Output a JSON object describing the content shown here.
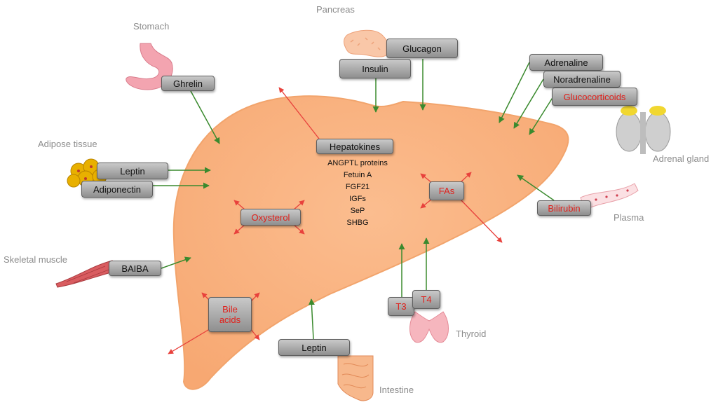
{
  "organs": {
    "pancreas": "Pancreas",
    "stomach": "Stomach",
    "adipose": "Adipose tissue",
    "skeletal_muscle": "Skeletal muscle",
    "adrenal_gland": "Adrenal gland",
    "plasma": "Plasma",
    "thyroid": "Thyroid",
    "intestine": "Intestine"
  },
  "hormones": {
    "glucagon": "Glucagon",
    "insulin": "Insulin",
    "ghrelin": "Ghrelin",
    "leptin_adipose": "Leptin",
    "adiponectin": "Adiponectin",
    "baiba": "BAIBA",
    "adrenaline": "Adrenaline",
    "noradrenaline": "Noradrenaline",
    "glucocorticoids": "Glucocorticoids",
    "bilirubin": "Bilirubin",
    "t3": "T3",
    "t4": "T4",
    "leptin_intestine": "Leptin"
  },
  "liver_factors": {
    "hepatokines": "Hepatokines",
    "hepatokine_list": [
      "ANGPTL proteins",
      "Fetuin A",
      "FGF21",
      "IGFs",
      "SeP",
      "SHBG"
    ],
    "oxysterol": "Oxysterol",
    "fas": "FAs",
    "bile_acids_line1": "Bile",
    "bile_acids_line2": "acids"
  },
  "colors": {
    "liver_fill": "#fbbd8f",
    "liver_stroke": "#f2a46c",
    "incoming_arrow": "#3a8a2e",
    "outgoing_arrow": "#e8413c",
    "label_red": "#e0201b",
    "organ_label": "#8c8c8c"
  }
}
